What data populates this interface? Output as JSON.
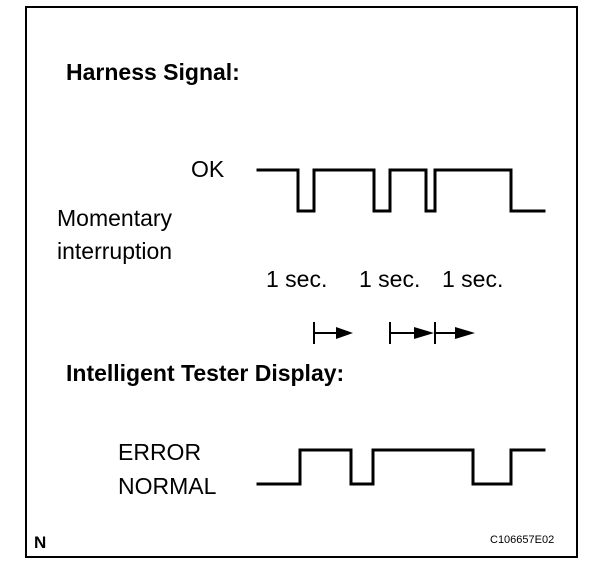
{
  "headings": {
    "harness": "Harness Signal:",
    "tester": "Intelligent Tester Display:"
  },
  "signal_labels": {
    "ok": "OK",
    "momentary_line1": "Momentary",
    "momentary_line2": "interruption",
    "error": "ERROR",
    "normal": "NORMAL"
  },
  "timing": [
    "1 sec.",
    "1 sec.",
    "1 sec."
  ],
  "footer": {
    "corner_letter": "N",
    "figure_code": "C106657E02"
  }
}
